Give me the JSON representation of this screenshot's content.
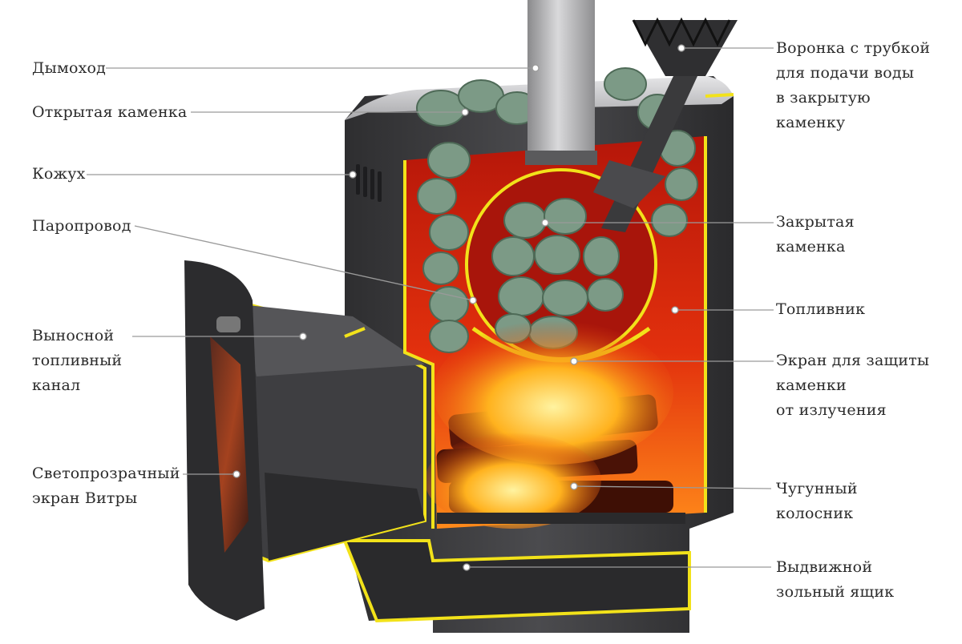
{
  "labels": {
    "chimney": "Дымоход",
    "open_stones": "Открытая каменка",
    "casing": "Кожух",
    "steam_line": "Паропровод",
    "remote_fuel_channel": "Выносной\nтопливный\nканал",
    "vitra_screen": "Светопрозрачный\nэкран Витры",
    "water_funnel": "Воронка с трубкой\nдля подачи воды\nв закрытую\nкаменку",
    "closed_stones": "Закрытая\nкаменка",
    "firebox": "Топливник",
    "radiation_screen": "Экран для защиты\nкаменки\nот излучения",
    "cast_iron_grate": "Чугунный\nколосник",
    "ash_drawer": "Выдвижной\nзольный ящик"
  },
  "colors": {
    "outline": "#f2e21a",
    "fire_red": "#d81e0a",
    "steel_dark": "#3b3b3d",
    "steel_mid": "#6a6a6c",
    "stone": "#7c9a86",
    "leader": "#9a9a9a"
  }
}
